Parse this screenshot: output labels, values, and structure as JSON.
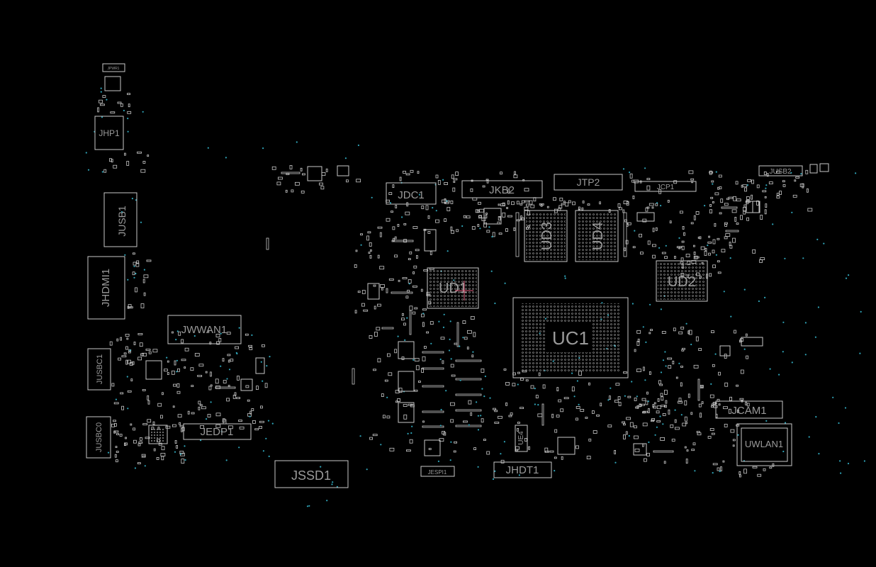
{
  "board": {
    "background": "#000000",
    "outline_color": "#c8c8c8",
    "label_color": "#9a9a9a",
    "via_color": "#2fa4b8"
  },
  "components": {
    "jpwr1": "JPWR1",
    "jhp1": "JHP1",
    "jusb1": "JUSB1",
    "jhdmi1": "JHDMI1",
    "jwwan1": "JWWAN1",
    "jusbc1": "JUSBC1",
    "jusbc0": "JUSBC0",
    "jedp1": "JEDP1",
    "jssd1": "JSSD1",
    "jdc1": "JDC1",
    "jkb2": "JKB2",
    "jtp2": "JTP2",
    "jcp1": "JCP1",
    "jusb2": "JUSB2",
    "ud3": "UD3",
    "ud4": "UD4",
    "ud1": "UD1",
    "ud2": "UD2",
    "uc1": "UC1",
    "jcam1": "JCAM1",
    "uwlan1": "UWLAN1",
    "jhdt1": "JHDT1",
    "jespi1": "JESPI1",
    "ue4": "UE4"
  }
}
